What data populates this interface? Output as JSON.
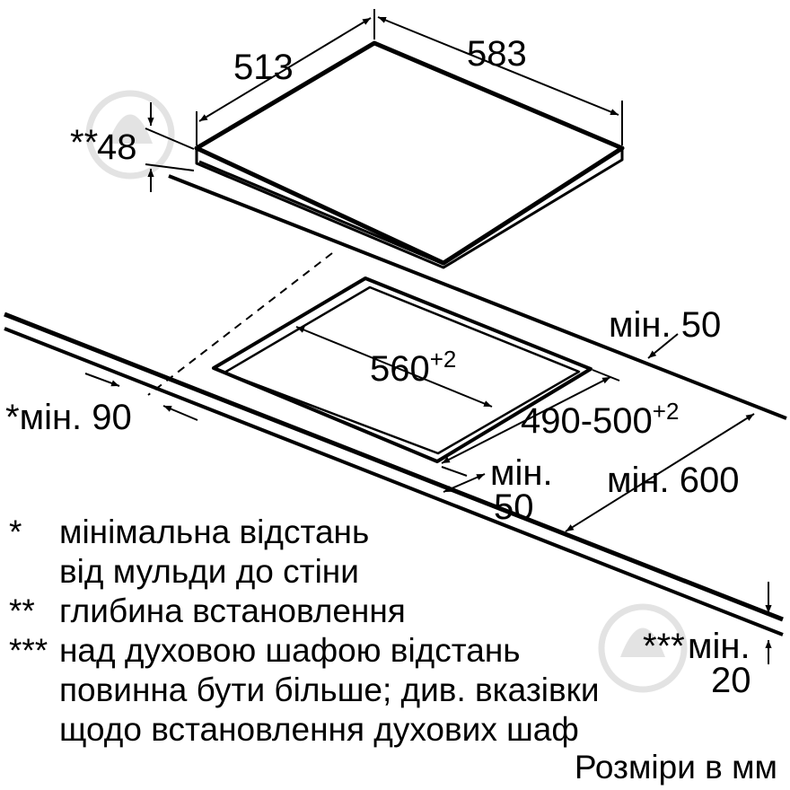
{
  "dimensions": {
    "depth": "513",
    "width": "583",
    "install_depth_mark": "**",
    "install_depth": "48",
    "cutout_width": "560",
    "cutout_width_tol": "+2",
    "cutout_depth": "490-500",
    "cutout_depth_tol": "+2",
    "min_back": "мін. 50",
    "min_side": "*мін. 90",
    "min_front_line1": "мін.",
    "min_front_line2": "50",
    "min_worktop": "мін. 600",
    "min_oven_mark": "***",
    "min_oven_line1": "мін.",
    "min_oven_line2": "20"
  },
  "legend": [
    {
      "mark": "*",
      "text": "мінімальна відстань"
    },
    {
      "mark": "",
      "text": "від мульди до стіни"
    },
    {
      "mark": "**",
      "text": "глибина встановлення"
    },
    {
      "mark": "***",
      "text": "над духовою шафою відстань"
    },
    {
      "mark": "",
      "text": "повинна бути більше; див. вказівки"
    },
    {
      "mark": "",
      "text": "щодо встановлення духових шаф"
    }
  ],
  "units_note": "Розміри в мм",
  "colors": {
    "ink": "#000000",
    "watermark": "#e3e3e3"
  }
}
